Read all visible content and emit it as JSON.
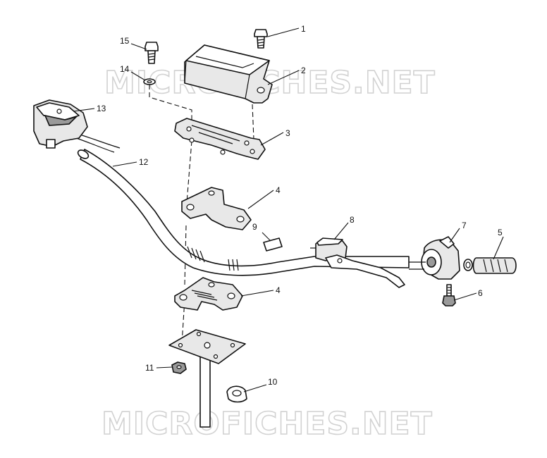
{
  "watermark": {
    "text": "MICROFICHES.NET"
  },
  "callouts": [
    {
      "id": "callout-1",
      "label": "1"
    },
    {
      "id": "callout-2",
      "label": "2"
    },
    {
      "id": "callout-3",
      "label": "3"
    },
    {
      "id": "callout-4a",
      "label": "4"
    },
    {
      "id": "callout-4b",
      "label": "4"
    },
    {
      "id": "callout-5",
      "label": "5"
    },
    {
      "id": "callout-6",
      "label": "6"
    },
    {
      "id": "callout-7",
      "label": "7"
    },
    {
      "id": "callout-8",
      "label": "8"
    },
    {
      "id": "callout-9",
      "label": "9"
    },
    {
      "id": "callout-10",
      "label": "10"
    },
    {
      "id": "callout-11",
      "label": "11"
    },
    {
      "id": "callout-12",
      "label": "12"
    },
    {
      "id": "callout-13",
      "label": "13"
    },
    {
      "id": "callout-14",
      "label": "14"
    },
    {
      "id": "callout-15",
      "label": "15"
    }
  ]
}
